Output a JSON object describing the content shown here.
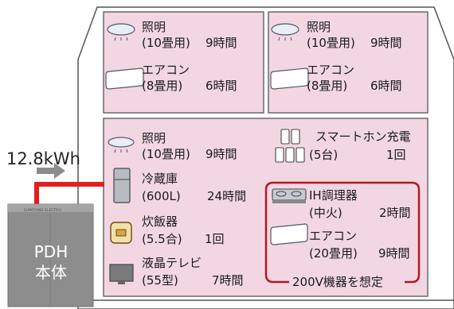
{
  "energy": "12.8kWh",
  "unit": {
    "line1": "PDH",
    "line2": "本体",
    "brand": "SUMITOMO ELECTRIC"
  },
  "room_top_left": {
    "light": {
      "name": "照明",
      "spec": "(10畳用)",
      "time": "9時間"
    },
    "ac": {
      "name": "エアコン",
      "spec": "(8畳用)",
      "time": "6時間"
    }
  },
  "room_top_right": {
    "light": {
      "name": "照明",
      "spec": "(10畳用)",
      "time": "9時間"
    },
    "ac": {
      "name": "エアコン",
      "spec": "(8畳用)",
      "time": "6時間"
    }
  },
  "room_bottom": {
    "light": {
      "name": "照明",
      "spec": "(10畳用)",
      "time": "9時間"
    },
    "fridge": {
      "name": "冷蔵庫",
      "spec": "(600L)",
      "time": "24時間"
    },
    "rice": {
      "name": "炊飯器",
      "spec": "(5.5合)",
      "time": "1回"
    },
    "tv": {
      "name": "液晶テレビ",
      "spec": "(55型)",
      "time": "7時間"
    },
    "phone": {
      "name": "スマートホン充電",
      "spec": "(5台)",
      "time": "1回"
    },
    "ih": {
      "name": "IH調理器",
      "spec": "(中火)",
      "time": "2時間"
    },
    "ac200": {
      "name": "エアコン",
      "spec": "(20畳用)",
      "time": "9時間"
    },
    "note200v": "200V機器を想定"
  },
  "colors": {
    "room_fill": "#f2d7e3",
    "wall": "#555555",
    "cable": "#e0201c",
    "bracket": "#b0182a",
    "arrow": "#8c8c8c"
  }
}
